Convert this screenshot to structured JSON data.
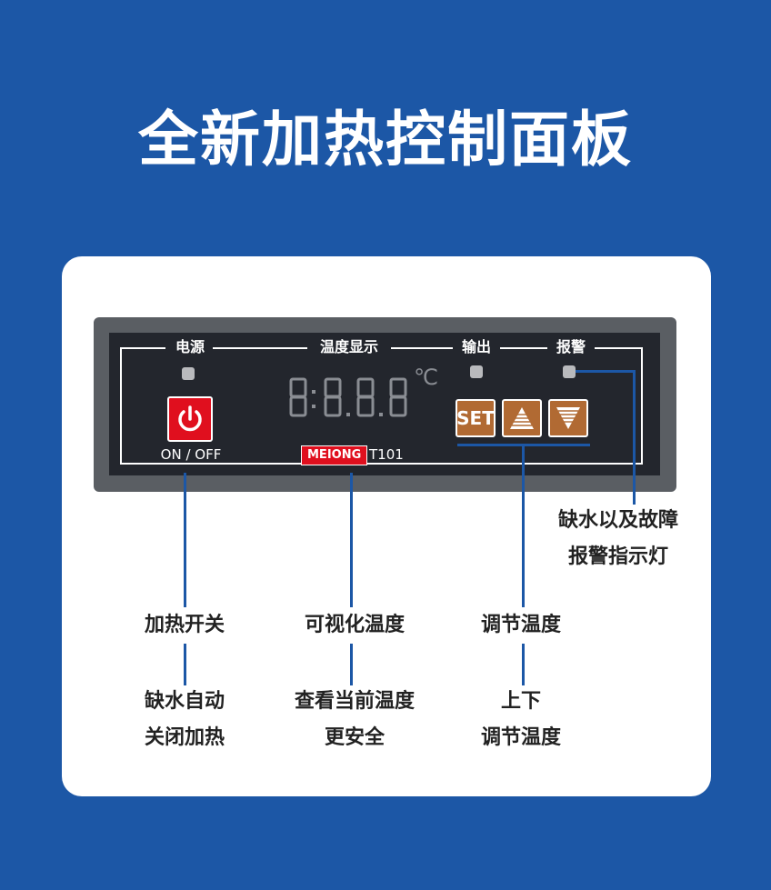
{
  "title": "全新加热控制面板",
  "panel": {
    "labels": {
      "power": "电源",
      "temp_display": "温度显示",
      "output": "输出",
      "alarm": "报警"
    },
    "power_button_label": "ON / OFF",
    "display_unit": "℃",
    "brand": "MEIONG",
    "model": "T101",
    "keys": {
      "set": "SET"
    }
  },
  "captions": {
    "heating_switch": "加热开关",
    "auto_off_line1": "缺水自动",
    "auto_off_line2": "关闭加热",
    "visual_temp": "可视化温度",
    "view_temp_line1": "查看当前温度",
    "view_temp_line2": "更安全",
    "adjust_temp": "调节温度",
    "updown_line1": "上下",
    "updown_line2": "调节温度",
    "alarm_line1": "缺水以及故障",
    "alarm_line2": "报警指示灯"
  },
  "colors": {
    "background": "#1c57a6",
    "card": "#ffffff",
    "panel": "#23262d",
    "power_red": "#e00f1e",
    "key_brown": "#b16a33"
  },
  "icons": [
    "power-icon",
    "up-arrow-icon",
    "down-arrow-icon"
  ]
}
